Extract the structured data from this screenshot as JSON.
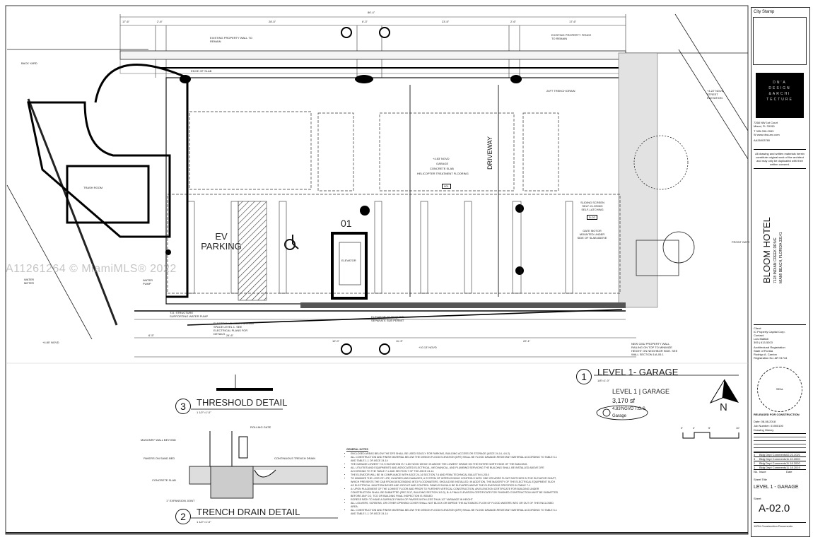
{
  "plan": {
    "overall_dim": "86'-4\"",
    "top_dims": [
      "17'-6\"",
      "2'-6\"",
      "28'-5\"",
      "6'-3\"",
      "23'-5\"",
      "2'-6\"",
      "17'-6\""
    ],
    "bottom_dims": [
      "6'-5\"",
      "24'-6\"",
      "12'-0\"",
      "11'-3\"",
      "22'-1\""
    ],
    "labels": {
      "existing_wall": "Existing property wall to remain",
      "existing_fence": "Existing property fence to remain",
      "edge_of_slab": "Edge of slab",
      "back_yard": "Back yard",
      "trash_room": "Trash room",
      "ev_parking": "EV PARKING",
      "driveway": "DRIVEWAY",
      "garage_elev": "+4.83' NGVD",
      "garage": "Garage",
      "concrete_slab": "Concrete slab",
      "heli_floor": "Helicopter treatment flooring",
      "room_tag": "001",
      "space_tag": "01",
      "elevator": "Elevator",
      "sliding_screen": "Sliding screen self-closing self-latching",
      "door_tag": "D-02",
      "gate_motor": "Gate motor mounted under side of slab above",
      "water_meter": "Water meter",
      "water_pump": "Water pump",
      "structure_support": "T.O. structure supporting water pump",
      "ev_space": "Electric vehicle parking space level 1. See electrical plans for details",
      "elevator_recess": "Elevator to require separate sub permit",
      "new_cmu_wall": "New CMU property wall railing on top to minimize height on neighbor side. See wall section 1/A-05.1",
      "elev_street": "+4.22' NGVD street elevation",
      "elev_bottom": "+10.13' NGVD",
      "elev_left": "+4.80' NGVD",
      "trench_drain": "24FT trench drain",
      "front_gate": "Front gate"
    }
  },
  "views": {
    "level1": {
      "number": "1",
      "title": "LEVEL 1- GARAGE",
      "scale": "1/8\"=1'-0\""
    },
    "threshold": {
      "number": "3",
      "title": "THRESHOLD DETAIL",
      "scale": "1 1/2\"=1'-0\""
    },
    "trench": {
      "number": "2",
      "title": "TRENCH DRAIN DETAIL",
      "scale": "1 1/2\"=1'-0\""
    }
  },
  "trench_labels": [
    "Rolling gate",
    "Masonry wall beyond",
    "Pavers on sand bed",
    "Continuous trench drain",
    "Concrete slab",
    "1\" expansion joint"
  ],
  "area_tag": {
    "title": "LEVEL 1 | GARAGE",
    "area": "3,170 sf",
    "elev": "4.83'NGVD T.O.S.",
    "name": "Garage"
  },
  "north": "N",
  "scale_bar": [
    "0'",
    "2'",
    "5'",
    "10'"
  ],
  "notes": {
    "title": "GENERAL NOTES",
    "items": [
      "Enclosed areas below the DFE shall be used solely for parking, building access or storage (ASCE 24-14, 4.6.2)",
      "All construction and finish material below the design flood elevation (DFE) shall be flood damage-resistant material according to table 5-1 and table 1-1 of ASCE 24-14",
      "The garage lowest T.O.S elevation is +4.83' NGVD which is above the lowest grade on the entire north side of the building.",
      "All utilities and equipments and associated electrical, mechanical, and plumbing servicing the building shall be installed above DFE according to the table 7-1 and section 7 of the ASCE 24-14.",
      "The elevator will be in compliance with ASCE 24-14 section 7.6 and FEMA technical bulletin 4-2010",
      "To minimize the loss of life, injuries and damages, a system of interlocking controls with one or more float switches in the elevator shaft, which prevents the cab from descending into floodwaters, should be installed. In addition, the majority of the electrical equipment such as electrical junction boxes and circuit and control panels should be elevated above the elevations specified in table 7-1",
      "A: Upon placement of the lowest floor and prior to further vertical construction, an elevation certificate for building under construction shall be submitted (FBC 2017, building section 110.3). B: A final elevation certificate for finished construction must be submitted before any CO, TCO or building final inspection is issued",
      "Egress path to have a surface finish of pavers with less than 1/2\" variance in height",
      "All louvers, screens, or other opening cover shall not block or impede the automatic flow of flood waters into or out of the enclosed area.",
      "All construction and finish material below the design flood elevation (DFE) shall be flood damage-resistant material according to table 5-1 and table 1-1 of ASCE 24-14"
    ]
  },
  "watermark": "A11261264 © MiamiMLS® 2022",
  "title_block": {
    "city_stamp": "City Stamp",
    "logo": [
      "DN'A",
      "DESIGN",
      "&ARCHI",
      "TECTURE"
    ],
    "address": [
      "7268 NW 1st Court",
      "Miami, FL 33150"
    ],
    "phone": "T    305-330-2993",
    "web": "W    www.dna-arc.com",
    "license": "AA26003780",
    "copyright": "All drawing and written materials herein constitute original work of the architect and may only be duplicated with their written consent.",
    "project": "BLOOM HOTEL",
    "project_addr1": "7128 INDIAN CREEK DRIVE",
    "project_addr2": "MIAMI BEACH, FLORIDA 33141",
    "client": [
      "Client:",
      "IC Property Capital Corp.",
      "Contact:",
      "Luis Mattioli",
      "305 | 613-5203"
    ],
    "registration": [
      "Architectural Registration",
      "State of Florida",
      "Rodrigo A. Carrion",
      "Registration No: AR 91744"
    ],
    "seal": "SEAL",
    "released": "RELEASED FOR CONSTRUCTION",
    "date": "Date: 08-08-2018",
    "job": "Job Number: 01900100",
    "history_label": "Drawing History",
    "history": [
      {
        "no": "4",
        "issue": "Bldg Dept Comments",
        "date": "02.22.2021"
      },
      {
        "no": "3",
        "issue": "Bldg Dept Comments",
        "date": "11.10.2020"
      },
      {
        "no": "2",
        "issue": "Bldg Dept Comments",
        "date": "11.18.2020"
      },
      {
        "no": "1",
        "issue": "Bldg Dept Comments",
        "date": "11.18.2019"
      }
    ],
    "issue_col": "Issue",
    "date_col": "Date",
    "no_col": "No.",
    "sheet_title_label": "Sheet Title",
    "sheet_title": "LEVEL 1 - GARAGE",
    "sheet_label": "Sheet",
    "sheet": "A-02.0",
    "phase": "100% Construction Documents"
  }
}
